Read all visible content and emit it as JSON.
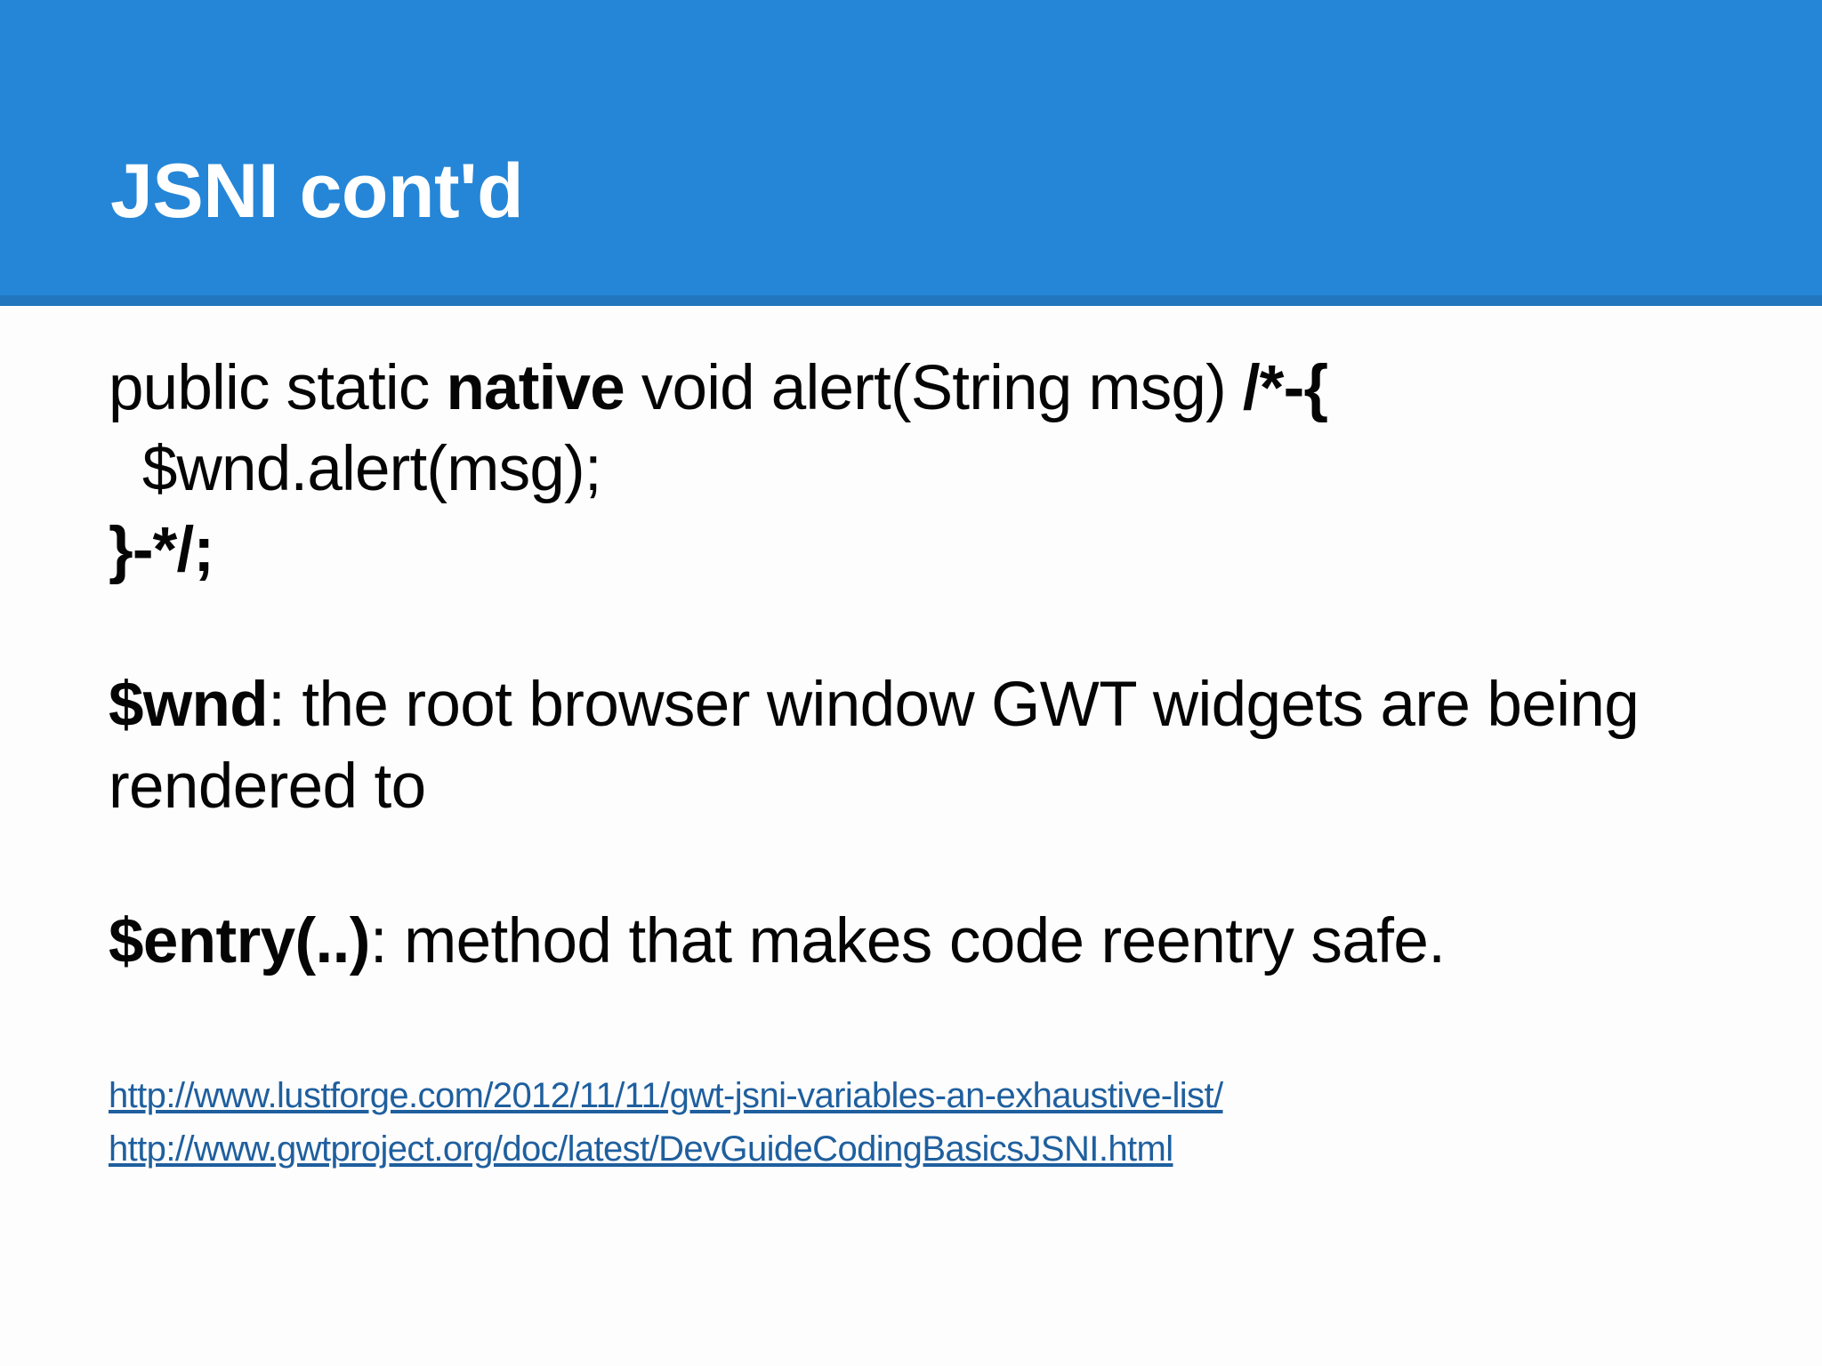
{
  "slide": {
    "title": "JSNI cont'd",
    "header_color": "#2586D7",
    "header_underline_color": "#2176BD",
    "background_color": "#fdfdfd",
    "title_color": "#ffffff",
    "body_text_color": "#050505",
    "link_color": "#1F5F9E"
  },
  "code": {
    "line1": {
      "part1": "public static ",
      "bold1": "native",
      "part2": " void alert(String msg) ",
      "bold2": "/*-{"
    },
    "line2": {
      "text": "  $wnd.alert(msg);"
    },
    "line3": {
      "bold": "}-*/;"
    }
  },
  "paragraphs": [
    {
      "bold": "$wnd",
      "rest": ": the root browser window GWT widgets are being rendered to"
    },
    {
      "bold": "$entry(..)",
      "rest": ": method that makes code reentry safe."
    }
  ],
  "links": [
    {
      "text": "http://www.lustforge.com/2012/11/11/gwt-jsni-variables-an-exhaustive-list/"
    },
    {
      "text": "http://www.gwtproject.org/doc/latest/DevGuideCodingBasicsJSNI.html"
    }
  ]
}
